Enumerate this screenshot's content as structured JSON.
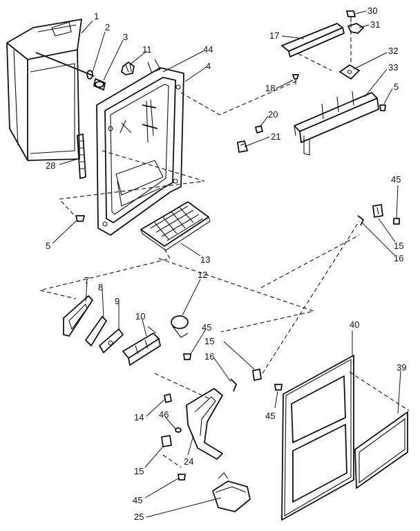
{
  "labels": [
    {
      "id": "1",
      "text": "1"
    },
    {
      "id": "2",
      "text": "2"
    },
    {
      "id": "3",
      "text": "3"
    },
    {
      "id": "11",
      "text": "11"
    },
    {
      "id": "44",
      "text": "44"
    },
    {
      "id": "4",
      "text": "4"
    },
    {
      "id": "17",
      "text": "17"
    },
    {
      "id": "30",
      "text": "30"
    },
    {
      "id": "31",
      "text": "31"
    },
    {
      "id": "32",
      "text": "32"
    },
    {
      "id": "33",
      "text": "33"
    },
    {
      "id": "18",
      "text": "18"
    },
    {
      "id": "5a",
      "text": "5"
    },
    {
      "id": "20",
      "text": "20"
    },
    {
      "id": "21",
      "text": "21"
    },
    {
      "id": "28",
      "text": "28"
    },
    {
      "id": "5b",
      "text": "5"
    },
    {
      "id": "13",
      "text": "13"
    },
    {
      "id": "12",
      "text": "12"
    },
    {
      "id": "45a",
      "text": "45"
    },
    {
      "id": "15a",
      "text": "15"
    },
    {
      "id": "16a",
      "text": "16"
    },
    {
      "id": "7",
      "text": "7"
    },
    {
      "id": "8",
      "text": "8"
    },
    {
      "id": "9",
      "text": "9"
    },
    {
      "id": "10",
      "text": "10"
    },
    {
      "id": "45b",
      "text": "45"
    },
    {
      "id": "15b",
      "text": "15"
    },
    {
      "id": "16b",
      "text": "16"
    },
    {
      "id": "40",
      "text": "40"
    },
    {
      "id": "39",
      "text": "39"
    },
    {
      "id": "45c",
      "text": "45"
    },
    {
      "id": "14",
      "text": "14"
    },
    {
      "id": "46",
      "text": "46"
    },
    {
      "id": "15c",
      "text": "15"
    },
    {
      "id": "24",
      "text": "24"
    },
    {
      "id": "45d",
      "text": "45"
    },
    {
      "id": "25",
      "text": "25"
    }
  ]
}
